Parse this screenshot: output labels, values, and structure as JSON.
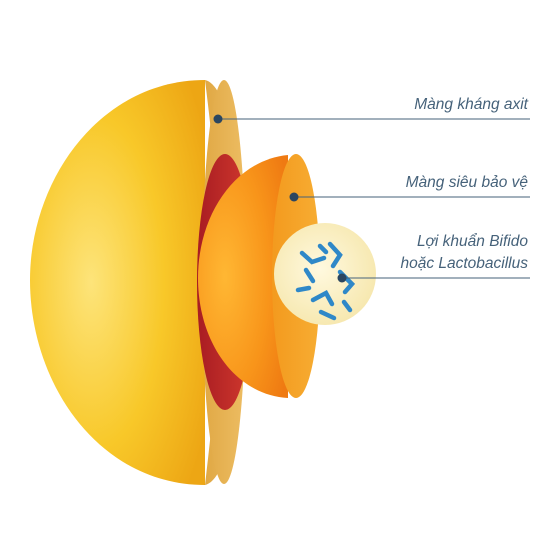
{
  "labels": {
    "outer_layer": "Màng kháng axit",
    "middle_layer": "Màng siêu bảo vệ",
    "core_line1": "Lợi khuẩn Bifido",
    "core_line2": "hoặc Lactobacillus"
  },
  "colors": {
    "outer_shell": "#f8c829",
    "outer_cut": "#e8b04e",
    "inner_cavity": "#c42a2a",
    "middle_shell": "#f69a1a",
    "core": "#fbf2cc",
    "bacteria": "#2f88c8",
    "leader_line": "#46627a"
  }
}
